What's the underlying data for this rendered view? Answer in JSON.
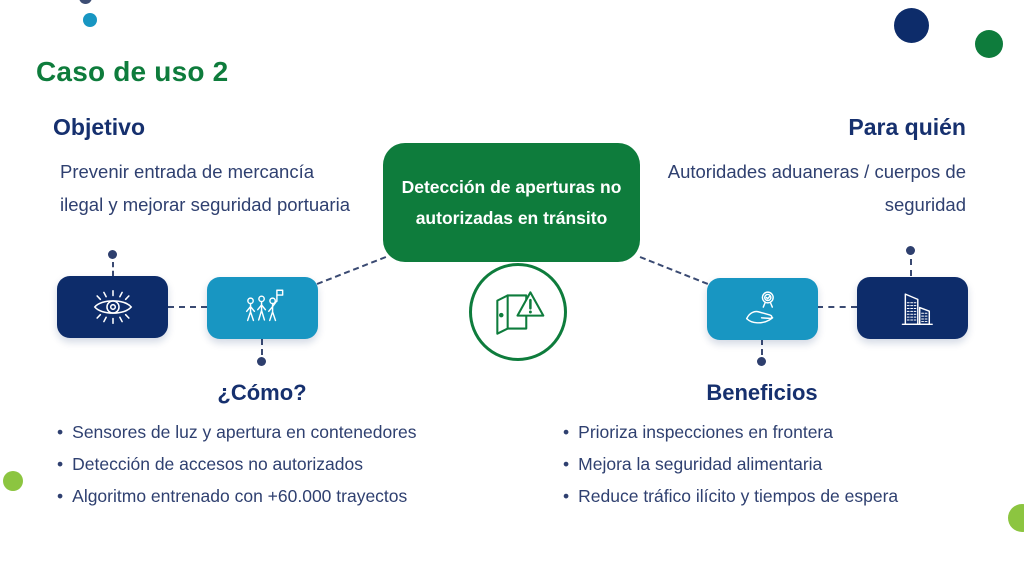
{
  "title": "Caso de uso 2",
  "center_card": {
    "text": "Detección de aperturas no autorizadas en tránsito"
  },
  "sections": {
    "objetivo": {
      "heading": "Objetivo",
      "body": "Prevenir entrada de mercancía ilegal y mejorar seguridad portuaria"
    },
    "para_quien": {
      "heading": "Para quién",
      "body": "Autoridades aduaneras / cuerpos de seguridad"
    },
    "como": {
      "heading": "¿Cómo?",
      "bullets": [
        "Sensores de luz y apertura en contenedores",
        "Detección de accesos no autorizados",
        "Algoritmo entrenado con +60.000 trayectos"
      ]
    },
    "beneficios": {
      "heading": "Beneficios",
      "bullets": [
        "Prioriza inspecciones en frontera",
        "Mejora la seguridad alimentaria",
        "Reduce tráfico ilícito y tiempos de espera"
      ]
    }
  },
  "icons": {
    "left_navy": "eye-icon",
    "left_teal": "people-flag-icon",
    "center": "open-door-alert-icon",
    "right_teal": "hand-medal-icon",
    "right_navy": "buildings-icon"
  },
  "colors": {
    "green": "#0e7c3c",
    "navy": "#0d2c6a",
    "teal": "#1896c2",
    "lime": "#8cc540",
    "heading_navy": "#16306e",
    "body_navy": "#2f4070",
    "card_text": "#ffffff"
  }
}
